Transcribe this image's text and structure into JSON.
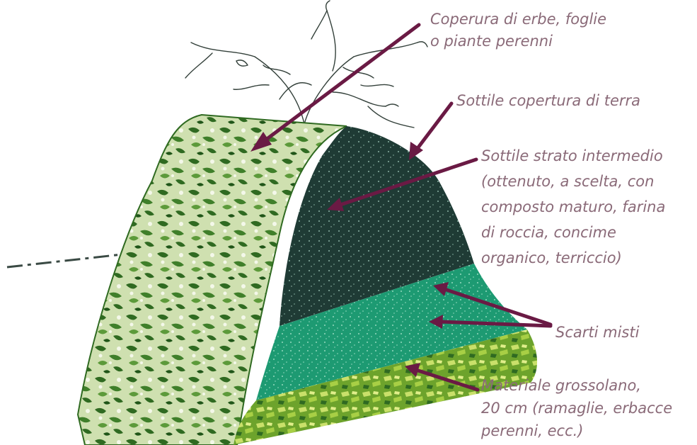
{
  "colors": {
    "label_text": "#8a6a78",
    "arrow": "#6a1a44",
    "grass_light": "#d9e6c2",
    "grass_dark": "#2f6a21",
    "soil": "#1f3b35",
    "mixed_waste": "#1d9a72",
    "coarse_material": "#8fc23a"
  },
  "labels": {
    "grass_cover": [
      "Coperura di erbe, foglie",
      "o piante perenni"
    ],
    "soil_cover": [
      "Sottile copertura di terra"
    ],
    "intermediate": [
      "Sottile strato intermedio",
      "(ottenuto, a scelta, con",
      "composto maturo, farina",
      "di roccia, concime",
      "organico, terriccio)"
    ],
    "mixed_waste": [
      "Scarti misti"
    ],
    "coarse": [
      "Materiale grossolano,",
      "20 cm (ramaglie, erbacce",
      "perenni, ecc.)"
    ]
  },
  "icons": [
    "plant-sprig-icon"
  ]
}
